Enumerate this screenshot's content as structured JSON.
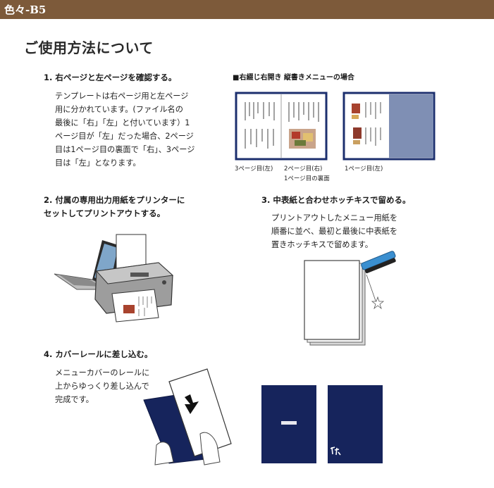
{
  "header": {
    "title": "色々-B5"
  },
  "page_title": "ご使用方法について",
  "step1": {
    "title": "1. 右ページと左ページを確認する。",
    "body": [
      "テンプレートは右ページ用と左ページ",
      "用に分かれています。(ファイル名の",
      "最後に「右」「左」と付いています）1",
      "ページ目が「左」だった場合、2ページ",
      "目は1ページ目の裏面で「右」、3ページ",
      "目は「左」となります。"
    ]
  },
  "layout_section": {
    "title": "■右綴じ右開き 縦書きメニューの場合",
    "captions": {
      "page3": "3ページ目(左)",
      "page2": "2ページ目(右)",
      "page2_sub": "1ページ目の裏面",
      "page1": "1ページ目(左)"
    },
    "colors": {
      "frame": "#1c2f6e",
      "cover_panel": "#7f8fb4"
    }
  },
  "step2": {
    "title": [
      "2. 付属の専用出力用紙をプリンターに",
      "セットしてプリントアウトする。"
    ]
  },
  "step3": {
    "title": "3. 中表紙と合わせホッチキスで留める。",
    "body": [
      "プリントアウトしたメニュー用紙を",
      "順番に並べ、最初と最後に中表紙を",
      "置きホッチキスで留めます。"
    ]
  },
  "step4": {
    "title": "4. カバーレールに差し込む。",
    "body": [
      "メニューカバーのレールに",
      "上からゆっくり差し込んで",
      "完成です。"
    ],
    "colors": {
      "cover": "#16245c"
    }
  },
  "colors": {
    "header_bar": "#7d5a3a",
    "stapler": "#3a8fd0"
  }
}
